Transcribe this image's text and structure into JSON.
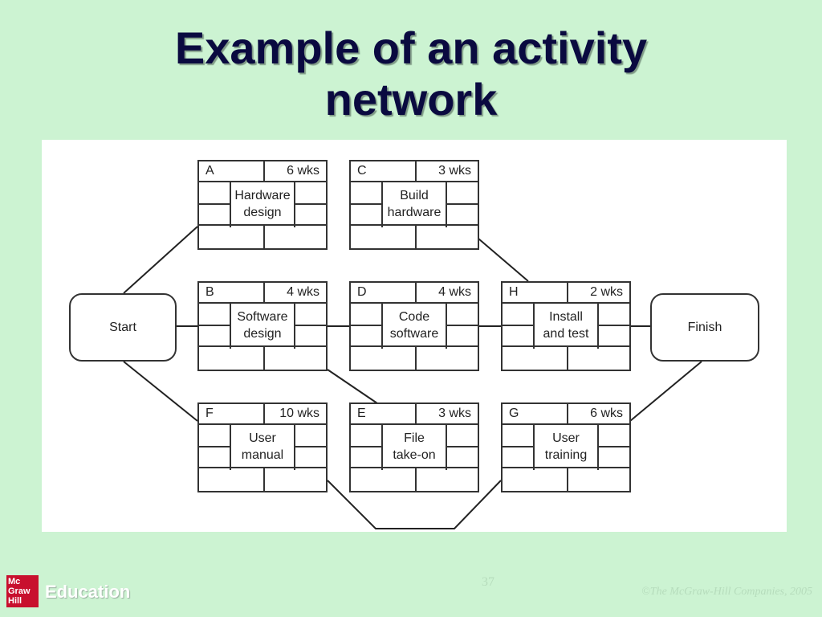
{
  "title": {
    "line1": "Example of an activity",
    "line2": "network"
  },
  "diagram": {
    "start": "Start",
    "finish": "Finish",
    "activities": [
      {
        "id": "A",
        "duration": "6 wks",
        "name": "Hardware\ndesign"
      },
      {
        "id": "C",
        "duration": "3 wks",
        "name": "Build\nhardware"
      },
      {
        "id": "B",
        "duration": "4 wks",
        "name": "Software\ndesign"
      },
      {
        "id": "D",
        "duration": "4 wks",
        "name": "Code\nsoftware"
      },
      {
        "id": "H",
        "duration": "2 wks",
        "name": "Install\nand test"
      },
      {
        "id": "F",
        "duration": "10 wks",
        "name": "User\nmanual"
      },
      {
        "id": "E",
        "duration": "3 wks",
        "name": "File\ntake-on"
      },
      {
        "id": "G",
        "duration": "6 wks",
        "name": "User\ntraining"
      }
    ]
  },
  "footer": {
    "logo_text": "Mc Graw Hill",
    "brand": "Education",
    "slide_number": "37",
    "copyright": "©The McGraw-Hill Companies, 2005"
  },
  "colors": {
    "background": "#ccf3d2",
    "title": "#0a0a40",
    "logo": "#c8102e"
  }
}
